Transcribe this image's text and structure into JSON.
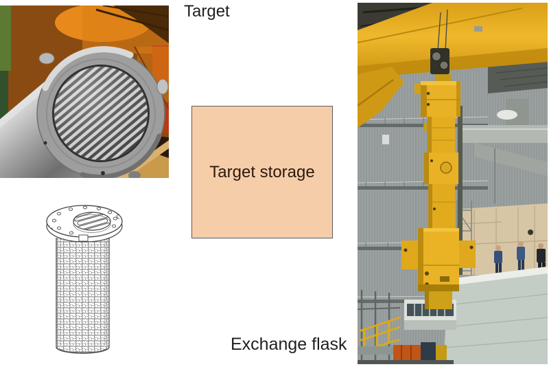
{
  "slide": {
    "background": "#ffffff",
    "labels": {
      "target": "Target",
      "storage_box": "Target storage",
      "exchange_flask": "Exchange flask"
    },
    "storage_box": {
      "fill": "#f6cda9",
      "border": "#5b5b5b",
      "text_color": "#2b190f"
    },
    "figures": {
      "target_photo": "photo of metallic spallation target cylinder, end face showing bundle of parallel rods",
      "target_drawing": "line drawing of perforated target vessel with bolted top flange",
      "exchange_flask_photo": "photo of yellow exchange flask hanging from overhead crane in industrial hall with concrete shielding blocks and workers"
    },
    "palette": {
      "crane_yellow": "#e8af20",
      "hall_gray": "#9ba1a1",
      "concrete_beige": "#d7c6a6",
      "photo_background_orange": "#c9761a"
    }
  }
}
